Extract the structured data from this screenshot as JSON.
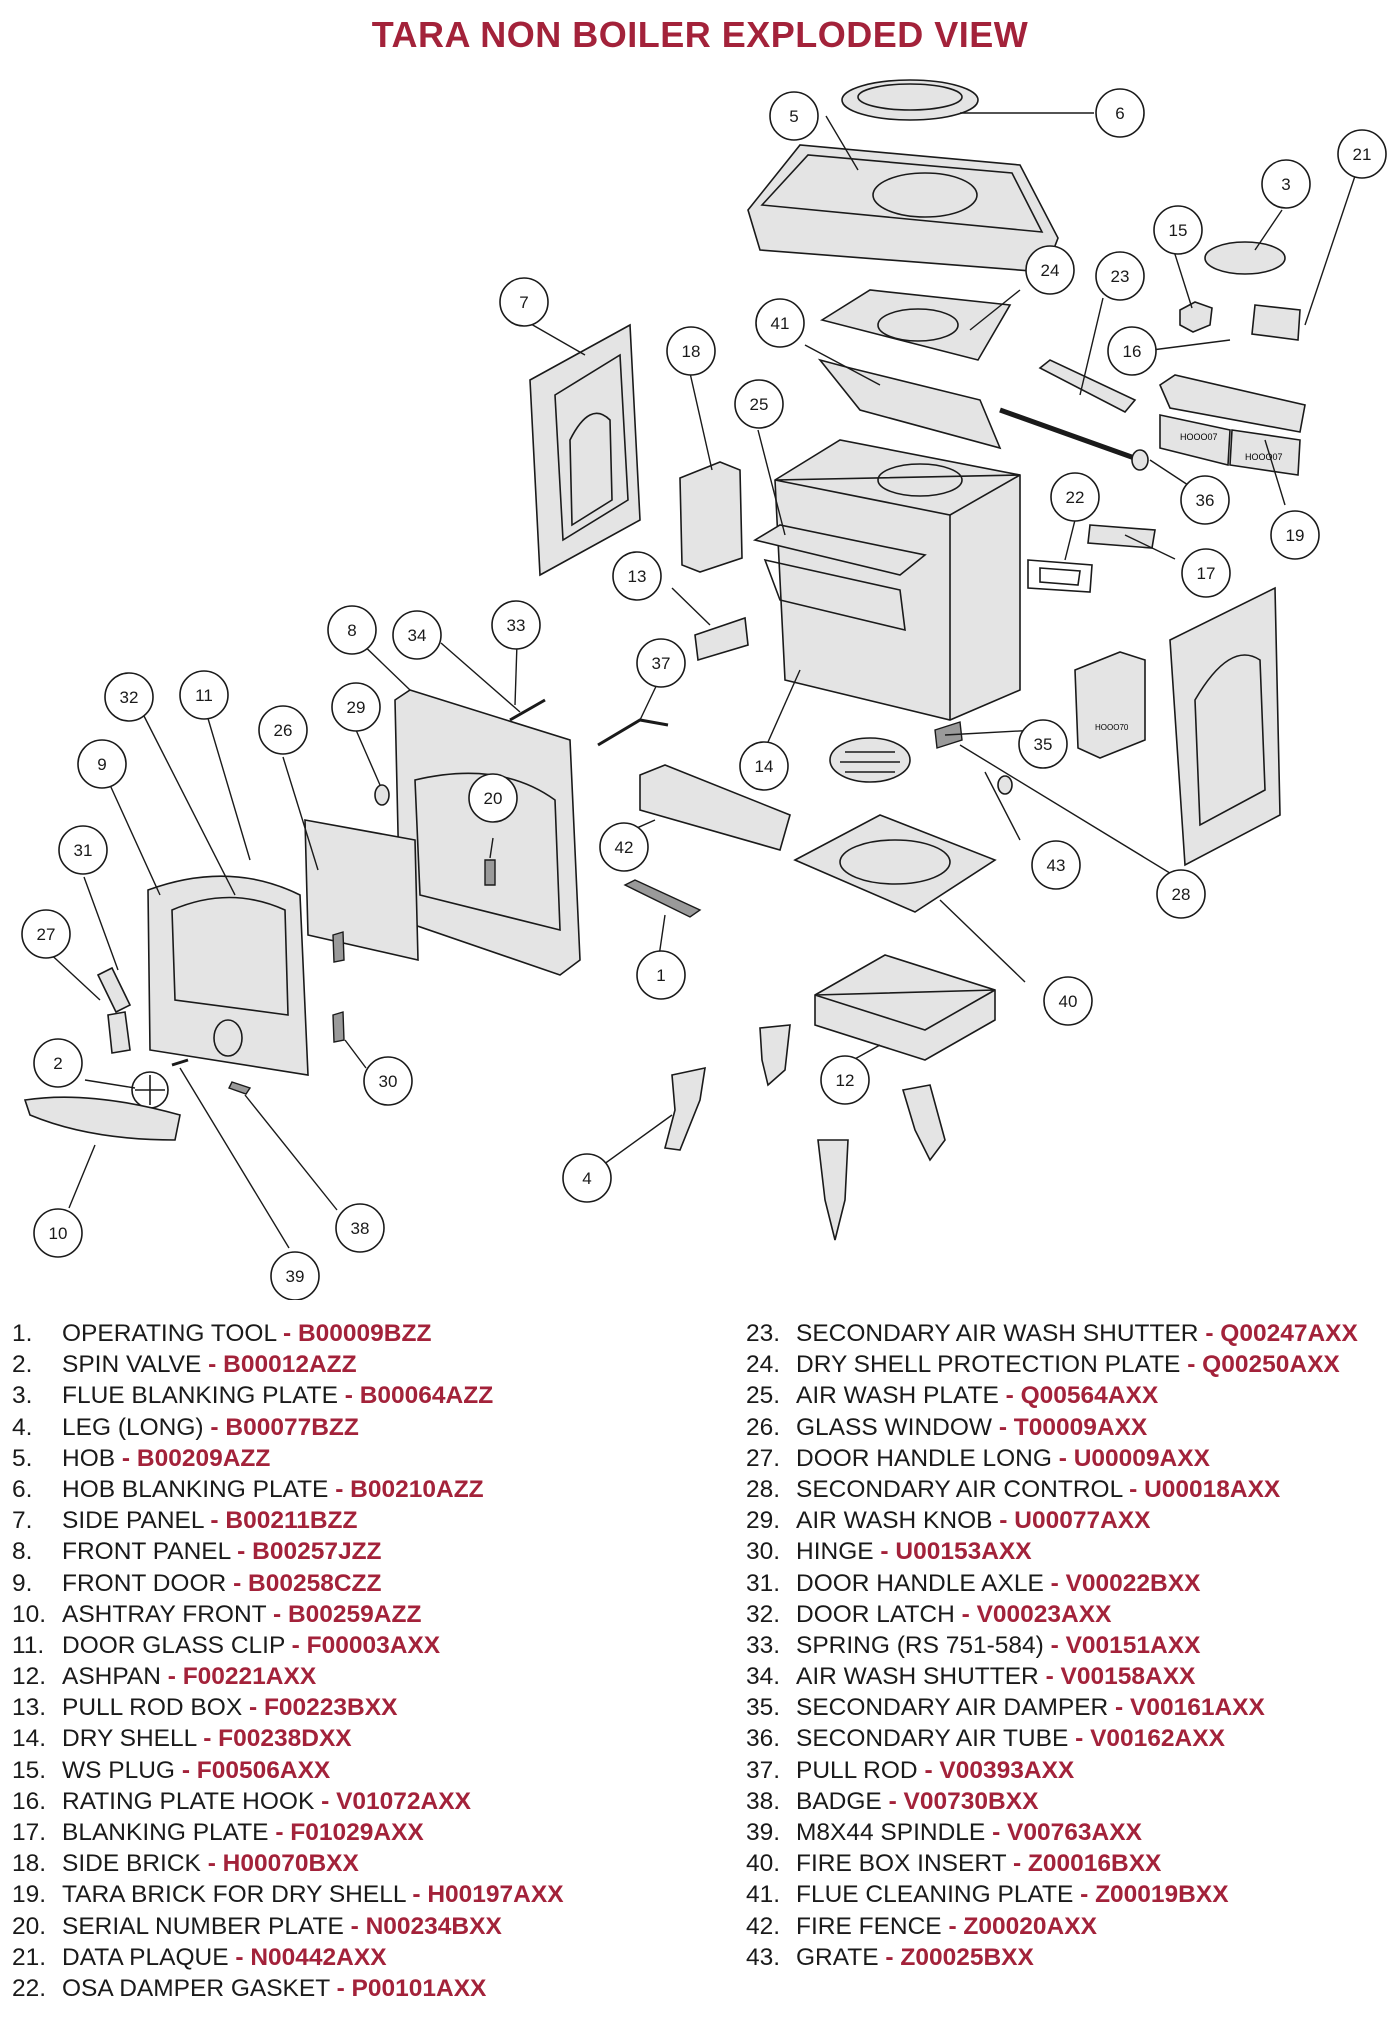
{
  "title": "TARA NON BOILER EXPLODED VIEW",
  "parts": [
    {
      "num": "1.",
      "name": "OPERATING TOOL",
      "code": "- B00009BZZ"
    },
    {
      "num": "2.",
      "name": "SPIN VALVE",
      "code": "- B00012AZZ"
    },
    {
      "num": "3.",
      "name": "FLUE BLANKING PLATE",
      "code": "- B00064AZZ"
    },
    {
      "num": "4.",
      "name": "LEG (LONG)",
      "code": "- B00077BZZ"
    },
    {
      "num": "5.",
      "name": "HOB",
      "code": "- B00209AZZ"
    },
    {
      "num": "6.",
      "name": "HOB BLANKING PLATE",
      "code": "- B00210AZZ"
    },
    {
      "num": "7.",
      "name": "SIDE PANEL",
      "code": "- B00211BZZ"
    },
    {
      "num": "8.",
      "name": "FRONT PANEL",
      "code": "- B00257JZZ"
    },
    {
      "num": "9.",
      "name": "FRONT DOOR",
      "code": "- B00258CZZ"
    },
    {
      "num": "10.",
      "name": "ASHTRAY FRONT",
      "code": "- B00259AZZ"
    },
    {
      "num": "11.",
      "name": "DOOR GLASS CLIP",
      "code": "- F00003AXX"
    },
    {
      "num": "12.",
      "name": "ASHPAN",
      "code": "- F00221AXX"
    },
    {
      "num": "13.",
      "name": "PULL ROD BOX",
      "code": "- F00223BXX"
    },
    {
      "num": "14.",
      "name": "DRY SHELL",
      "code": "- F00238DXX"
    },
    {
      "num": "15.",
      "name": "WS PLUG",
      "code": "- F00506AXX"
    },
    {
      "num": "16.",
      "name": "RATING PLATE HOOK",
      "code": "- V01072AXX"
    },
    {
      "num": "17.",
      "name": "BLANKING PLATE",
      "code": "- F01029AXX"
    },
    {
      "num": "18.",
      "name": "SIDE BRICK",
      "code": "- H00070BXX"
    },
    {
      "num": "19.",
      "name": "TARA BRICK FOR DRY SHELL",
      "code": "- H00197AXX"
    },
    {
      "num": "20.",
      "name": "SERIAL NUMBER PLATE",
      "code": "- N00234BXX"
    },
    {
      "num": "21.",
      "name": "DATA PLAQUE",
      "code": "- N00442AXX"
    },
    {
      "num": "22.",
      "name": "OSA DAMPER GASKET",
      "code": "- P00101AXX"
    },
    {
      "num": "23.",
      "name": "SECONDARY AIR WASH SHUTTER",
      "code": "- Q00247AXX"
    },
    {
      "num": "24.",
      "name": "DRY SHELL PROTECTION PLATE",
      "code": "- Q00250AXX"
    },
    {
      "num": "25.",
      "name": "AIR WASH PLATE",
      "code": "- Q00564AXX"
    },
    {
      "num": "26.",
      "name": "GLASS WINDOW",
      "code": "- T00009AXX"
    },
    {
      "num": "27.",
      "name": "DOOR HANDLE LONG",
      "code": "- U00009AXX"
    },
    {
      "num": "28.",
      "name": "SECONDARY AIR CONTROL",
      "code": "- U00018AXX"
    },
    {
      "num": "29.",
      "name": "AIR WASH KNOB",
      "code": "- U00077AXX"
    },
    {
      "num": "30.",
      "name": "HINGE",
      "code": "- U00153AXX"
    },
    {
      "num": "31.",
      "name": "DOOR HANDLE AXLE",
      "code": "- V00022BXX"
    },
    {
      "num": "32.",
      "name": "DOOR LATCH",
      "code": "- V00023AXX"
    },
    {
      "num": "33.",
      "name": "SPRING (RS 751-584)",
      "code": "- V00151AXX"
    },
    {
      "num": "34.",
      "name": "AIR WASH SHUTTER",
      "code": "- V00158AXX"
    },
    {
      "num": "35.",
      "name": "SECONDARY AIR DAMPER",
      "code": "- V00161AXX"
    },
    {
      "num": "36.",
      "name": "SECONDARY AIR TUBE",
      "code": "- V00162AXX"
    },
    {
      "num": "37.",
      "name": "PULL ROD",
      "code": "- V00393AXX"
    },
    {
      "num": "38.",
      "name": "BADGE",
      "code": "- V00730BXX"
    },
    {
      "num": "39.",
      "name": "M8X44 SPINDLE",
      "code": "- V00763AXX"
    },
    {
      "num": "40.",
      "name": "FIRE BOX INSERT",
      "code": "- Z00016BXX"
    },
    {
      "num": "41.",
      "name": "FLUE CLEANING PLATE",
      "code": "- Z00019BXX"
    },
    {
      "num": "42.",
      "name": "FIRE FENCE",
      "code": "- Z00020AXX"
    },
    {
      "num": "43.",
      "name": "GRATE",
      "code": "- Z00025BXX"
    }
  ],
  "stamps": [
    "HOOO07",
    "HOOO07",
    "HOOO70"
  ],
  "callouts": [
    "1",
    "2",
    "3",
    "4",
    "5",
    "6",
    "7",
    "8",
    "9",
    "10",
    "11",
    "12",
    "13",
    "14",
    "15",
    "16",
    "17",
    "18",
    "19",
    "20",
    "21",
    "22",
    "23",
    "24",
    "25",
    "26",
    "27",
    "28",
    "29",
    "30",
    "31",
    "32",
    "33",
    "34",
    "35",
    "36",
    "37",
    "38",
    "39",
    "40",
    "41",
    "42",
    "43"
  ],
  "colors": {
    "accent": "#a3223a",
    "text": "#1a1a1a",
    "line": "#1a1a1a"
  }
}
